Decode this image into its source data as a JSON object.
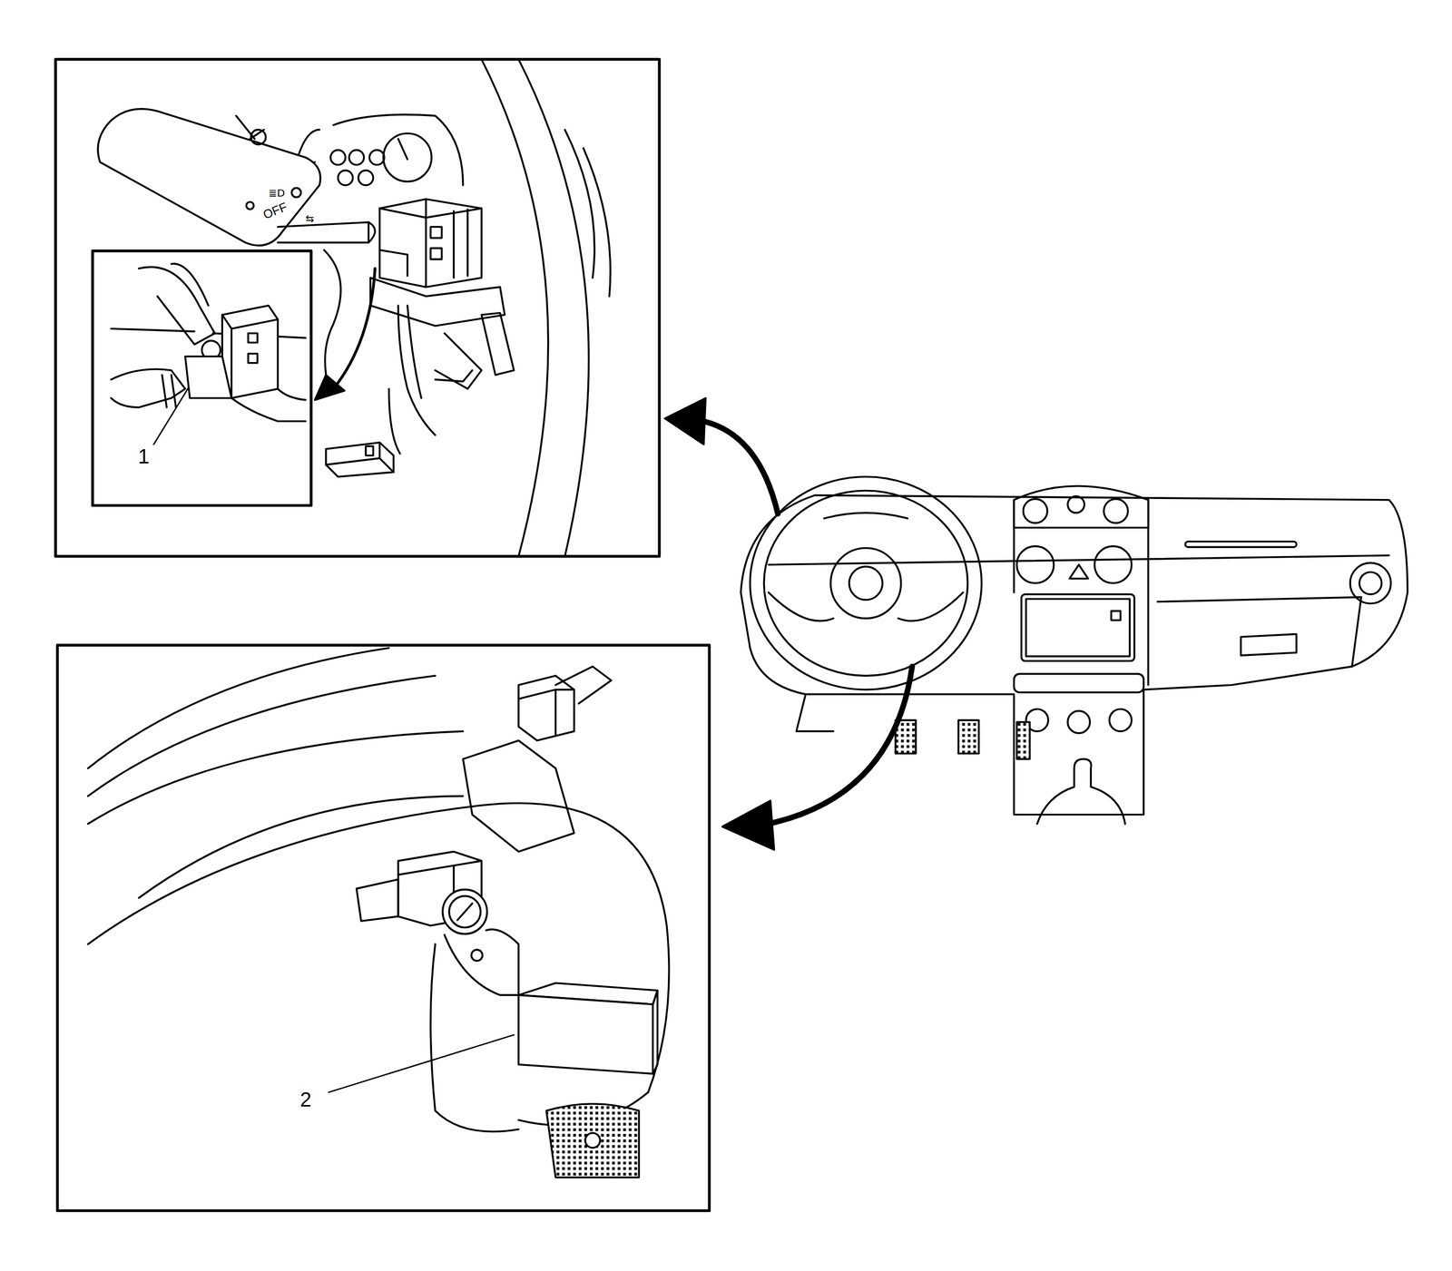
{
  "diagram": {
    "labels": [
      "OFF",
      "1",
      "2"
    ]
  }
}
